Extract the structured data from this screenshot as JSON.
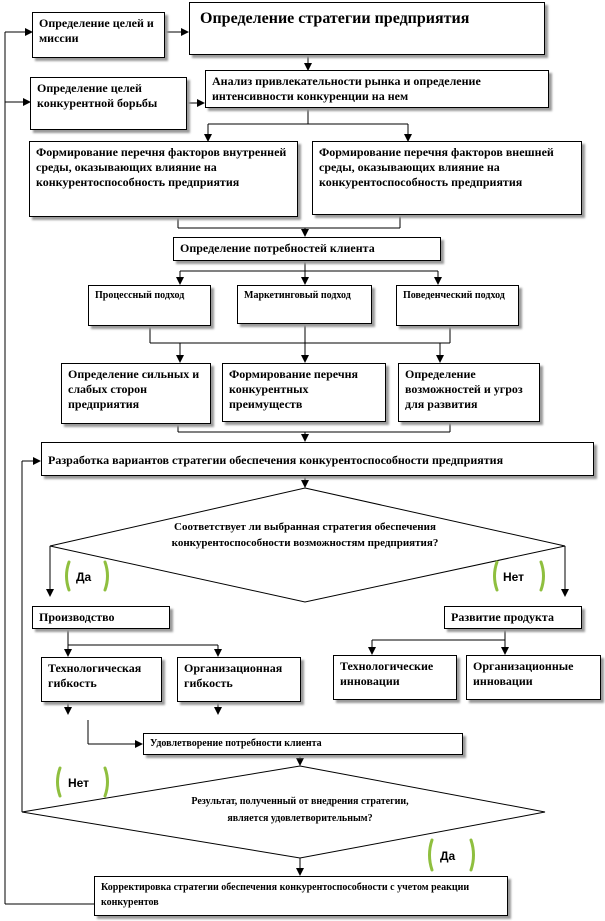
{
  "boxes": {
    "goals_mission": "Определение целей и миссии",
    "strategy_def": "Определение стратегии предприятия",
    "competitive_goals": "Определение целей конкурентной борьбы",
    "market_analysis": "Анализ привлекательности рынка и определение интенсивности конкуренции на нем",
    "internal_factors": "Формирование перечня факторов внутренней среды, оказывающих влияние на конкурентоспособность предприятия",
    "external_factors": "Формирование перечня факторов внешней среды, оказывающих влияние на конкурентоспособность предприятия",
    "client_needs_def": "Определение потребностей клиента",
    "process_approach": "Процессный подход",
    "marketing_approach": "Маркетинговый подход",
    "behavior_approach": "Поведенческий подход",
    "strengths_weaknesses": "Определение сильных и слабых сторон предприятия",
    "competitive_advantages": "Формирование перечня конкурентных преимуществ",
    "opportunities_threats": "Определение возможностей и угроз для развития",
    "strategy_variants": "Разработка вариантов стратегии обеспечения конкурентоспособности предприятия",
    "production": "Производство",
    "product_development": "Развитие продукта",
    "tech_flexibility": "Технологическая гибкость",
    "org_flexibility": "Организационная гибкость",
    "tech_innovations": "Технологические инновации",
    "org_innovations": "Организационные инновации",
    "client_satisfaction": "Удовлетворение потребности клиента",
    "correction": "Корректировка стратегии обеспечения конкурентоспособности с учетом реакции конкурентов"
  },
  "decisions": {
    "first_question": "Соответствует ли выбранная стратегия обеспечения конкурентоспособности возможностям предприятия?",
    "second_question": "Результат, полученный от внедрения стратегии, является удовлетворительным?"
  },
  "labels": {
    "yes_1": "Да",
    "no_1": "Нет",
    "no_2": "Нет",
    "yes_2": "Да"
  },
  "colors": {
    "bracket": "#8fbf3f",
    "shadow": "#9a9a9a"
  }
}
